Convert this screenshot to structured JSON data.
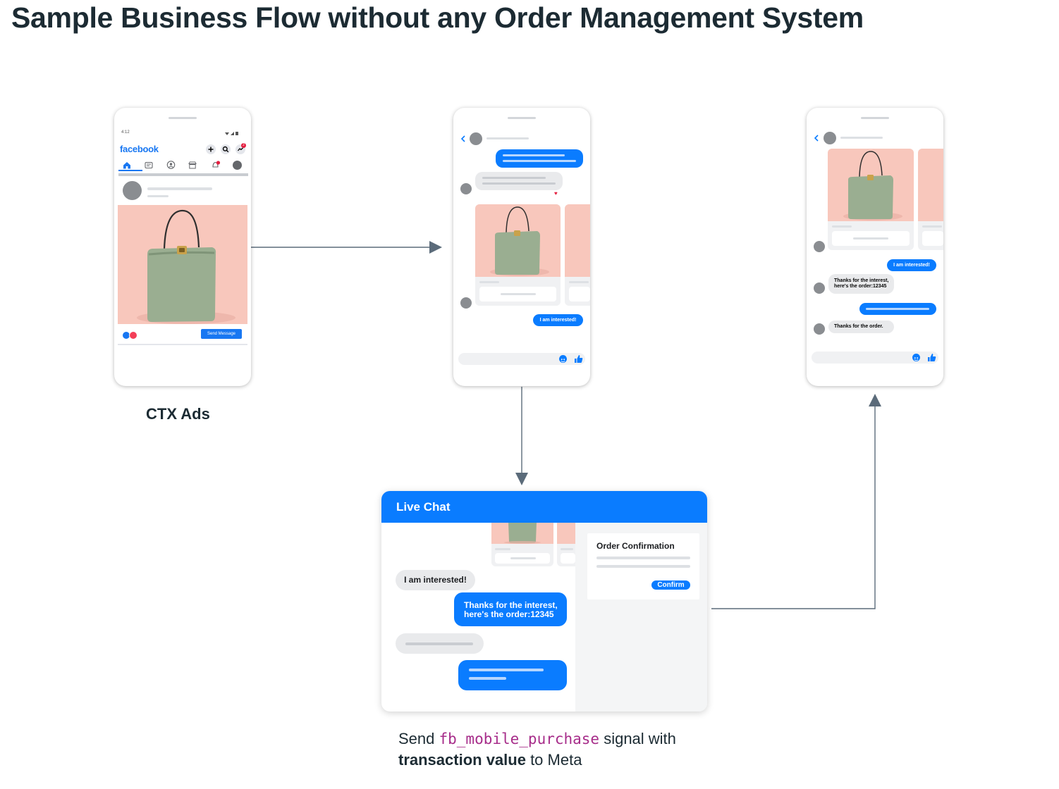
{
  "title": "Sample Business Flow without any Order Management System",
  "phone1": {
    "status_time": "4:12",
    "brand": "facebook",
    "notification_count": "2",
    "send_message": "Send Message",
    "label": "CTX Ads"
  },
  "phone2": {
    "interested": "I am interested!"
  },
  "phone3": {
    "interested": "I am interested!",
    "thanks_line1": "Thanks for the interest,",
    "thanks_line2": "here's the order:12345",
    "thanks_order": "Thanks for the order."
  },
  "live_chat": {
    "title": "Live Chat",
    "interested": "I am interested!",
    "thanks_line1": "Thanks for the interest,",
    "thanks_line2": "here's the order:12345",
    "order_title": "Order Confirmation",
    "confirm": "Confirm"
  },
  "caption": {
    "part1": "Send ",
    "code": "fb_mobile_purchase",
    "part2": " signal with",
    "bold": "transaction value",
    "part3": " to Meta"
  },
  "colors": {
    "messenger_blue": "#0a7cff",
    "product_pink": "#f8c7bc",
    "bag_green": "#9aae91",
    "arrow": "#5b6b7a",
    "code_magenta": "#a72d8a"
  }
}
